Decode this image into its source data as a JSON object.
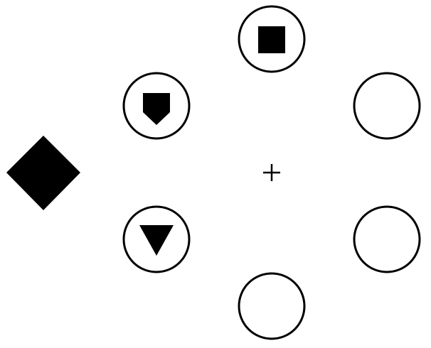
{
  "display": {
    "background_color": "#ffffff",
    "ink_color": "#000000",
    "fixation_icon": "plus-icon",
    "target": {
      "icon": "diamond-icon"
    },
    "ring": [
      {
        "position": "top",
        "icon": "square-icon"
      },
      {
        "position": "upper-left",
        "icon": "pentagon-down-icon"
      },
      {
        "position": "lower-left",
        "icon": "triangle-down-icon"
      },
      {
        "position": "bottom",
        "icon": ""
      },
      {
        "position": "lower-right",
        "icon": ""
      },
      {
        "position": "upper-right",
        "icon": ""
      }
    ]
  }
}
